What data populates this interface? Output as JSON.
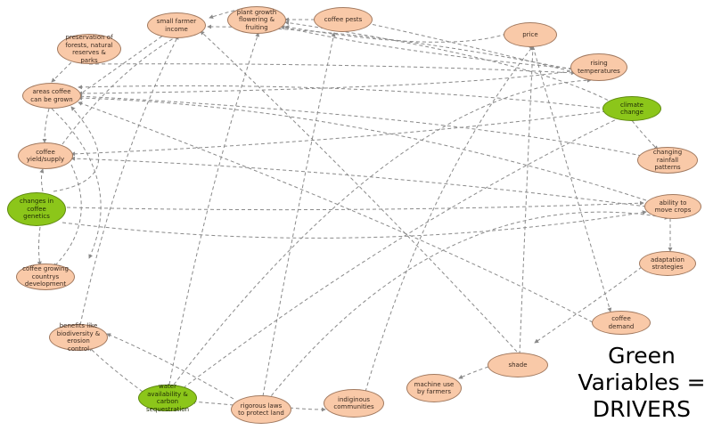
{
  "nodes": {
    "small_farmer_income": "small farmer income",
    "plant_growth": "plant growth flowering & fruiting",
    "coffee_pests": "coffee pests",
    "price": "price",
    "preservation": "preservation of forests, natural reserves & parks",
    "rising_temperatures": "rising temperatures",
    "areas_coffee": "areas coffee can be grown",
    "climate_change": "climate change",
    "coffee_yield": "coffee yield/supply",
    "changing_rainfall": "changing rainfall patterns",
    "genetics": "changes in coffee genetics",
    "ability_move": "ability to move crops",
    "coffee_growing_countries": "coffee growing countrys development",
    "adaptation": "adaptation strategies",
    "coffee_demand": "coffee demand",
    "benefits": "benefits like biodiversity & erosion control",
    "shade": "shade",
    "machine_use": "machine use by farmers",
    "water_availability": "water availability & carbon sequestration",
    "rigorous_laws": "rigorous laws to protect land",
    "indigenous": "indiginous communities"
  },
  "legend": {
    "line1": "Green",
    "line2": "Variables =",
    "line3": "DRIVERS"
  },
  "colors": {
    "variable_fill": "#f9c9a8",
    "driver_fill": "#8cc61a",
    "edge": "#8a8a8a"
  }
}
